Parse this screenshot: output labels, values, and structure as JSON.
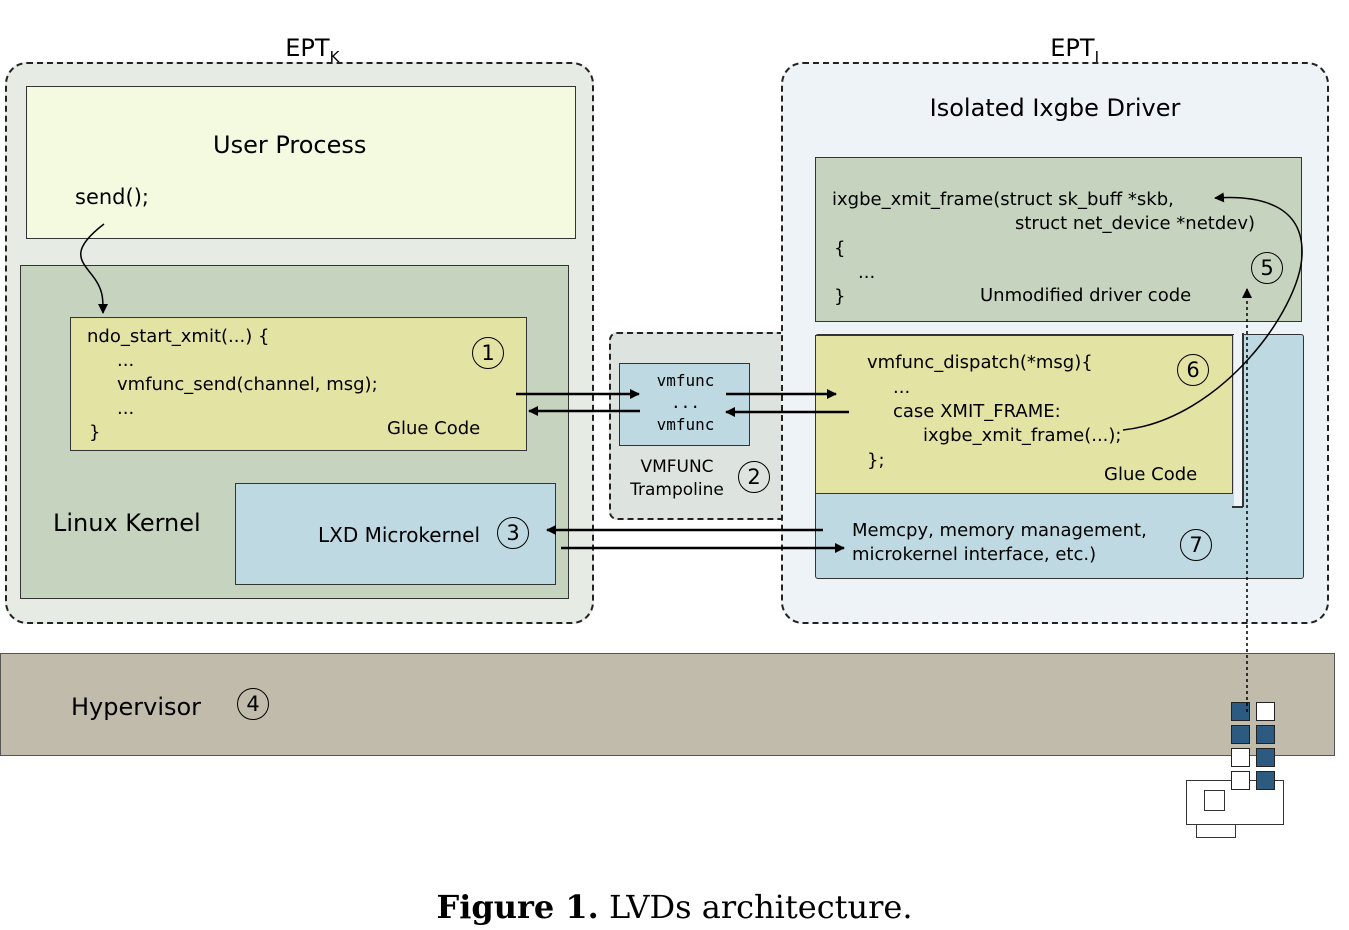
{
  "labels": {
    "ept_k_base": "EPT",
    "ept_k_sub": "K",
    "ept_i_base": "EPT",
    "ept_i_sub": "I"
  },
  "left_domain": {
    "user_process": {
      "title": "User Process",
      "call": "send();"
    },
    "linux_kernel": {
      "title": "Linux Kernel",
      "glue": {
        "lines": [
          "ndo_start_xmit(...) {",
          "...",
          "vmfunc_send(channel, msg);",
          "...",
          "}"
        ],
        "number": "1",
        "label": "Glue Code"
      },
      "microkernel": {
        "label": "LXD Microkernel",
        "number": "3"
      }
    }
  },
  "trampoline": {
    "code": [
      "vmfunc",
      "...",
      "vmfunc"
    ],
    "label_line1": "VMFUNC",
    "label_line2": "Trampoline",
    "number": "2"
  },
  "right_domain": {
    "title": "Isolated Ixgbe Driver",
    "driver_code": {
      "lines": [
        "ixgbe_xmit_frame(struct sk_buff *skb,",
        "struct net_device *netdev)",
        "{",
        "...",
        "}"
      ],
      "label": "Unmodified driver code",
      "number": "5"
    },
    "dispatch": {
      "lines": [
        "vmfunc_dispatch(*msg){",
        "...",
        "case XMIT_FRAME:",
        "ixgbe_xmit_frame(...);",
        "};"
      ],
      "label": "Glue Code",
      "number": "6"
    },
    "library": {
      "line1": "Memcpy, memory management,",
      "line2": "microkernel interface, etc.)",
      "number": "7"
    }
  },
  "hypervisor": {
    "label": "Hypervisor",
    "number": "4"
  },
  "caption": {
    "bold": "Figure 1.",
    "text": " LVDs architecture."
  },
  "colors": {
    "ept_k_bg": "#e6ebe4",
    "ept_i_bg": "#edf3f7",
    "user_process": "#f3fae0",
    "kernel": "#c6d4bf",
    "glue": "#e3e3a4",
    "microkernel": "#bed9e2",
    "hypervisor": "#c0bbab",
    "driver_code": "#c6d4bf",
    "nic_blue": "#2d5a80"
  }
}
